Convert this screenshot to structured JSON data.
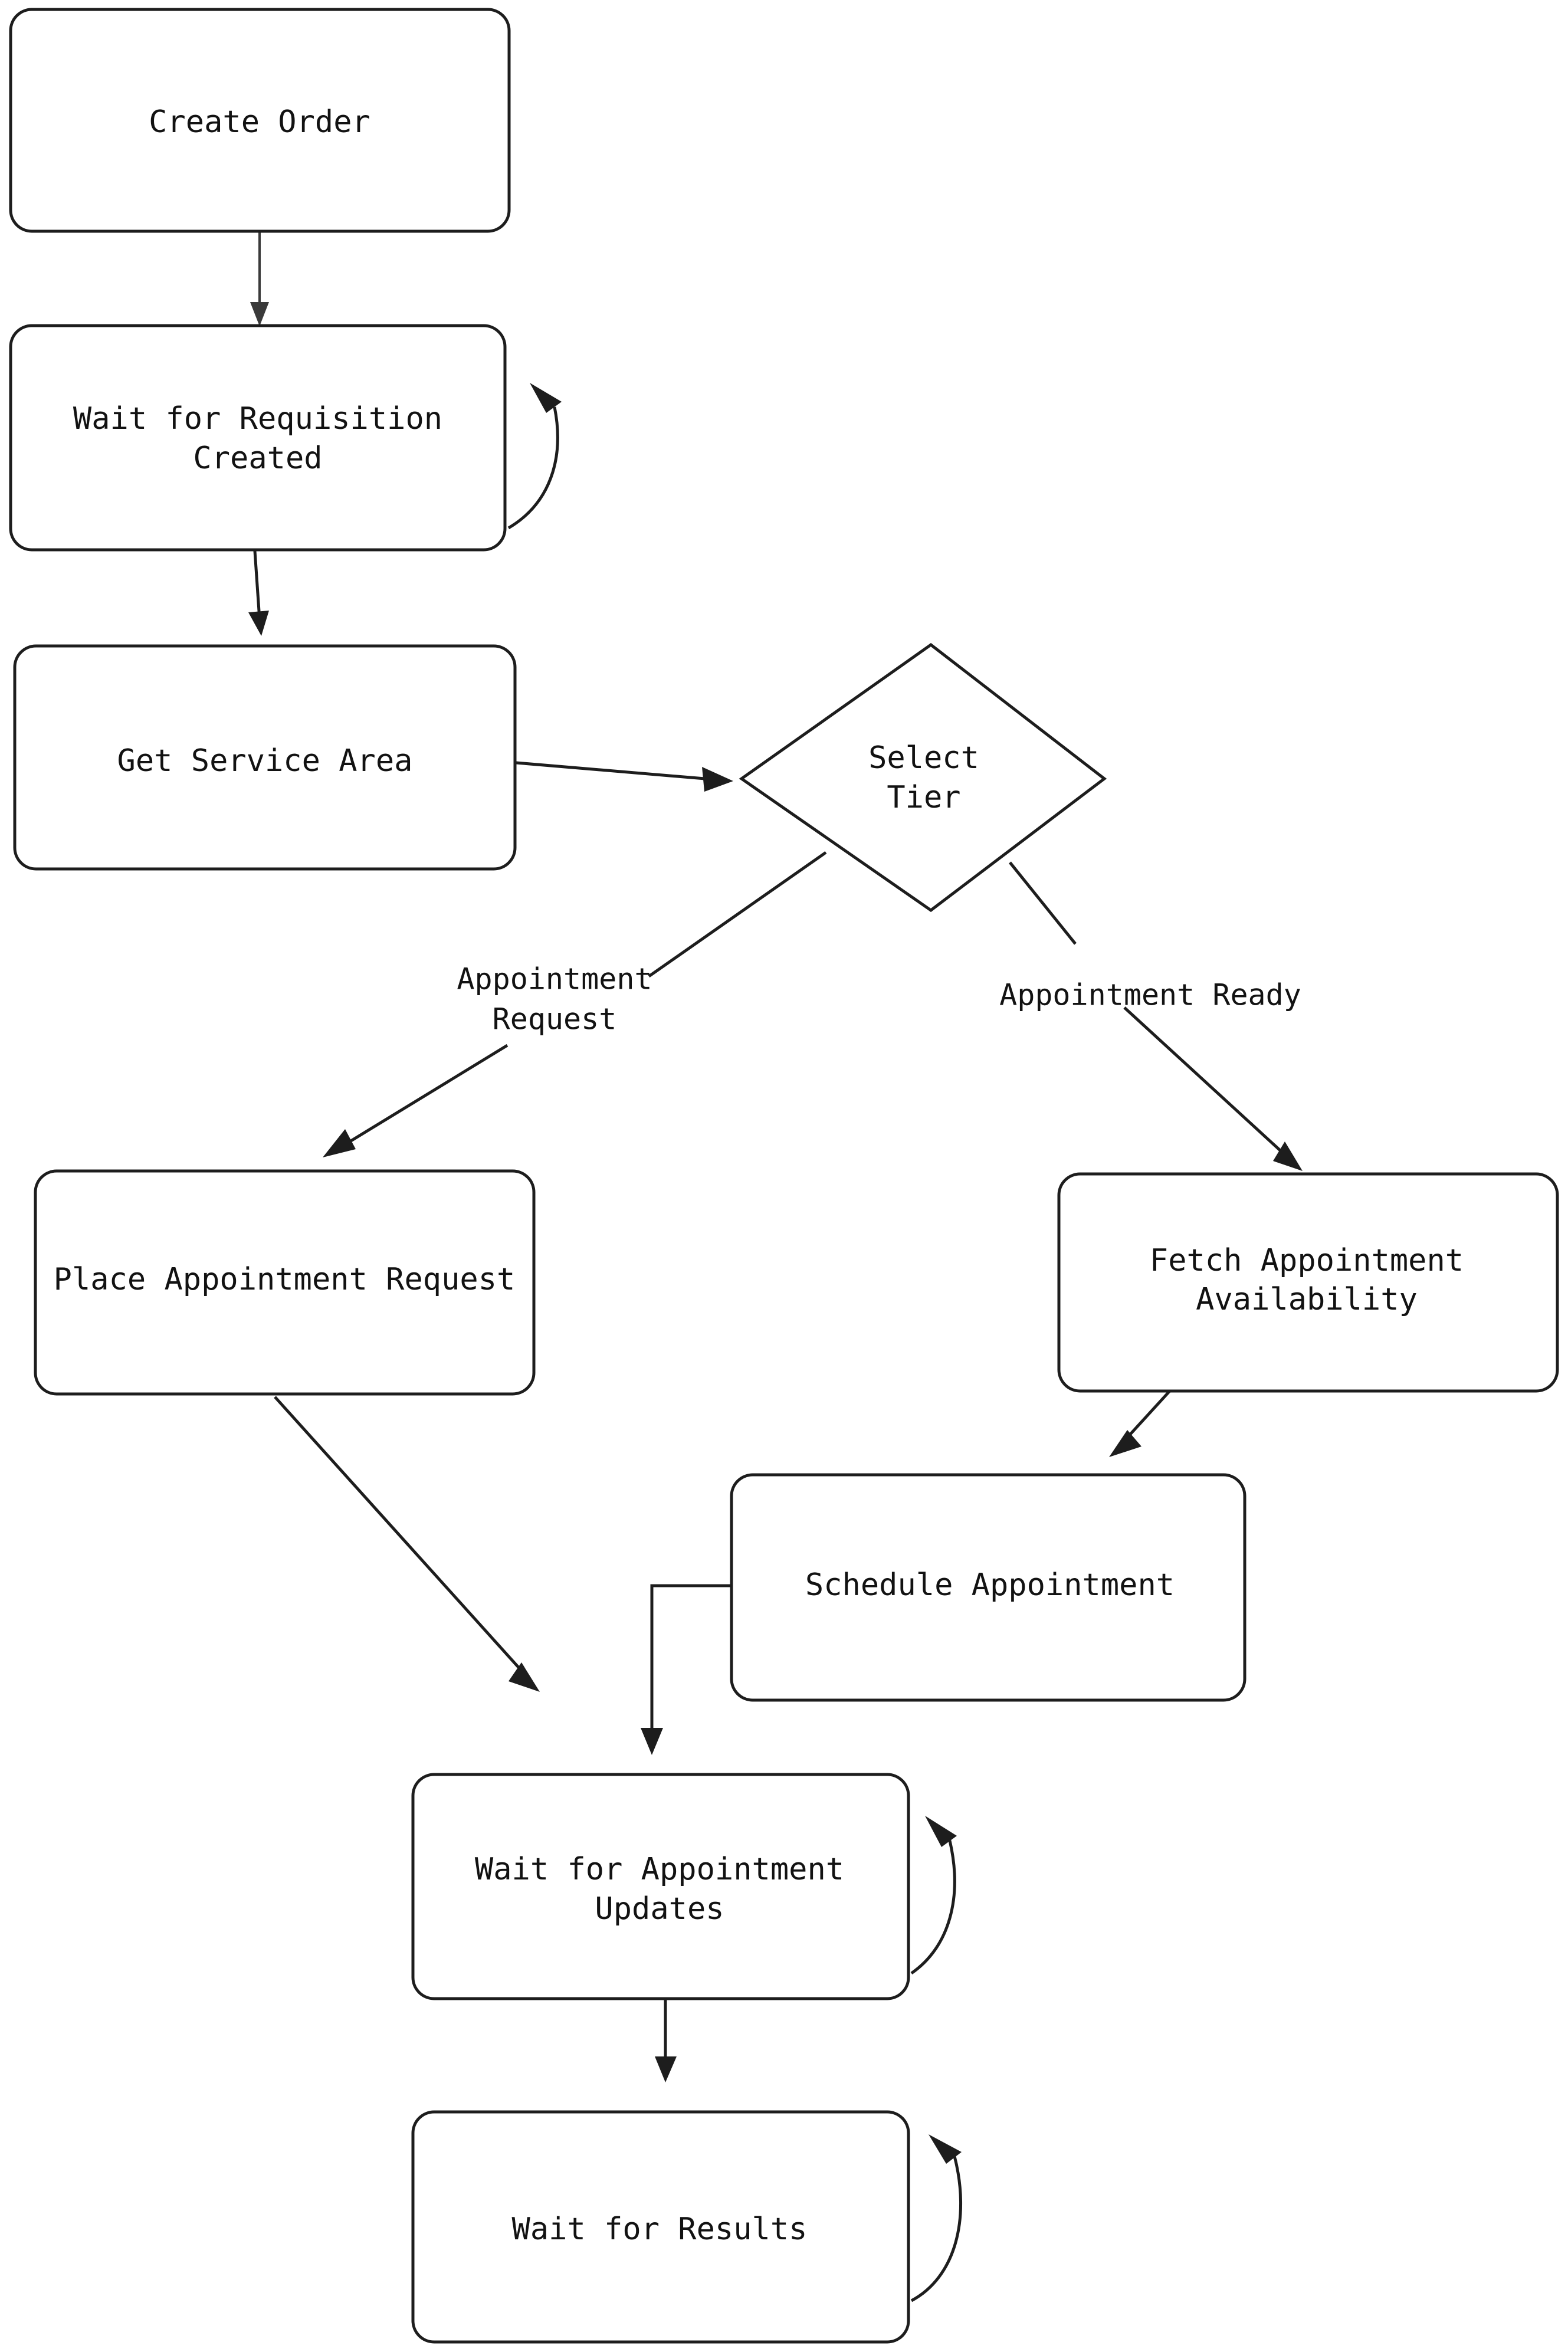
{
  "diagram": {
    "type": "flowchart",
    "orientation": "top-to-bottom",
    "background_color": "#ffffff",
    "stroke_color": "#1d1d1d",
    "text_color": "#121212",
    "nodes": [
      {
        "id": "create_order",
        "shape": "rounded-rect",
        "label": "Create Order",
        "lines": [
          "Create Order"
        ]
      },
      {
        "id": "wait_requisition",
        "shape": "rounded-rect",
        "label": "Wait for Requisition Created",
        "lines": [
          "Wait for Requisition",
          "Created"
        ]
      },
      {
        "id": "get_service_area",
        "shape": "rounded-rect",
        "label": "Get Service Area",
        "lines": [
          "Get Service Area"
        ]
      },
      {
        "id": "select_tier",
        "shape": "diamond",
        "label": "Select Tier",
        "lines": [
          "Select",
          "Tier"
        ]
      },
      {
        "id": "place_appt_request",
        "shape": "rounded-rect",
        "label": "Place Appointment Request",
        "lines": [
          "Place Appointment Request"
        ]
      },
      {
        "id": "fetch_availability",
        "shape": "rounded-rect",
        "label": "Fetch Appointment Availability",
        "lines": [
          "Fetch Appointment",
          "Availability"
        ]
      },
      {
        "id": "schedule_appt",
        "shape": "rounded-rect",
        "label": "Schedule Appointment",
        "lines": [
          "Schedule Appointment"
        ]
      },
      {
        "id": "wait_appt_updates",
        "shape": "rounded-rect",
        "label": "Wait for Appointment Updates",
        "lines": [
          "Wait for Appointment",
          "Updates"
        ]
      },
      {
        "id": "wait_results",
        "shape": "rounded-rect",
        "label": "Wait for Results",
        "lines": [
          "Wait for Results"
        ]
      }
    ],
    "edges": [
      {
        "from": "create_order",
        "to": "wait_requisition",
        "label": "",
        "style": "straight"
      },
      {
        "from": "wait_requisition",
        "to": "wait_requisition",
        "label": "",
        "style": "self-loop"
      },
      {
        "from": "wait_requisition",
        "to": "get_service_area",
        "label": "",
        "style": "straight"
      },
      {
        "from": "get_service_area",
        "to": "select_tier",
        "label": "",
        "style": "straight"
      },
      {
        "from": "select_tier",
        "to": "place_appt_request",
        "label": "Appointment Request",
        "style": "diagonal"
      },
      {
        "from": "select_tier",
        "to": "fetch_availability",
        "label": "Appointment Ready",
        "style": "diagonal"
      },
      {
        "from": "fetch_availability",
        "to": "schedule_appt",
        "label": "",
        "style": "diagonal"
      },
      {
        "from": "place_appt_request",
        "to": "wait_appt_updates",
        "label": "",
        "style": "diagonal"
      },
      {
        "from": "schedule_appt",
        "to": "wait_appt_updates",
        "label": "",
        "style": "orthogonal"
      },
      {
        "from": "wait_appt_updates",
        "to": "wait_appt_updates",
        "label": "",
        "style": "self-loop"
      },
      {
        "from": "wait_appt_updates",
        "to": "wait_results",
        "label": "",
        "style": "straight"
      },
      {
        "from": "wait_results",
        "to": "wait_results",
        "label": "",
        "style": "self-loop"
      }
    ],
    "edge_labels": {
      "appointment_request": {
        "lines": [
          "Appointment",
          "Request"
        ]
      },
      "appointment_ready": {
        "lines": [
          "Appointment Ready"
        ]
      }
    }
  }
}
